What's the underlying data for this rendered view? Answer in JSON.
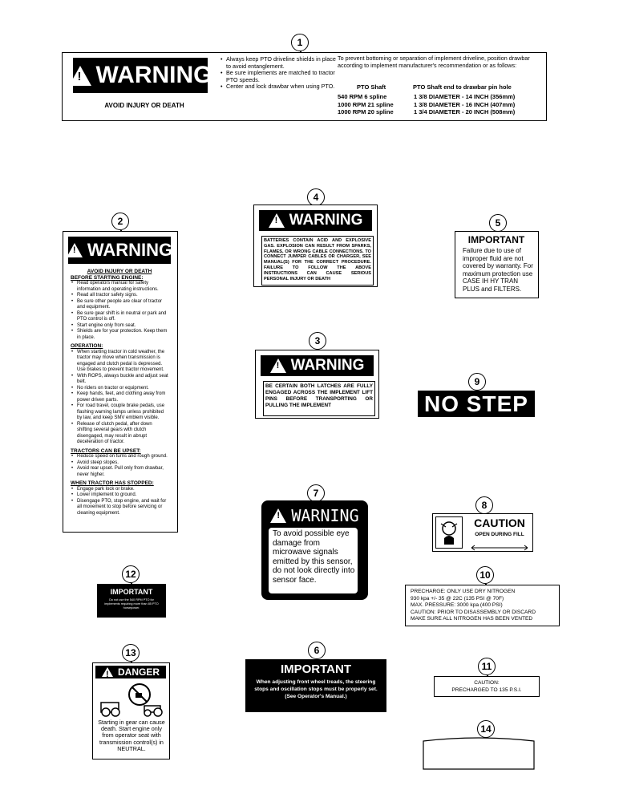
{
  "callouts": {
    "c1": "1",
    "c2": "2",
    "c3": "3",
    "c4": "4",
    "c5": "5",
    "c6": "6",
    "c7": "7",
    "c8": "8",
    "c9": "9",
    "c10": "10",
    "c11": "11",
    "c12": "12",
    "c13": "13",
    "c14": "14"
  },
  "decal1": {
    "header": "WARNING",
    "sub": "AVOID INJURY OR DEATH",
    "bullets": [
      "Always keep PTO driveline shields in place to avoid entanglement.",
      "Be sure implements are matched to tractor PTO speeds.",
      "Center and lock drawbar when using PTO."
    ],
    "intro": "To prevent bottoming or separation of implement driveline, position drawbar according to implement manufacturer's recommendation or as follows:",
    "col1": "PTO Shaft",
    "col2": "PTO Shaft end to drawbar pin hole",
    "rows": [
      {
        "shaft": "540  RPM   6  spline",
        "dist": "1 3/8 DIAMETER - 14 INCH   (356mm)"
      },
      {
        "shaft": "1000  RPM  21  spline",
        "dist": "1 3/8 DIAMETER - 16 INCH   (407mm)"
      },
      {
        "shaft": "1000  RPM  20  spline",
        "dist": "1 3/4 DIAMETER - 20 INCH   (508mm)"
      }
    ]
  },
  "decal2": {
    "header": "WARNING",
    "title": "AVOID INJURY OR DEATH",
    "s1": "BEFORE STARTING ENGINE:",
    "s1items": [
      "Read operators manual for safety information and operating instructions.",
      "Read all tractor safety signs.",
      "Be sure other people are clear of tractor and equipment.",
      "Be sure gear shift is in neutral or park and PTO control is off.",
      "Start engine only from seat.",
      "Shields are for your protection. Keep them in place."
    ],
    "s2": "OPERATION:",
    "s2items": [
      "When starting tractor in cold weather, the tractor may move when transmission is engaged and clutch pedal is depressed. Use brakes to prevent tractor movement.",
      "With ROPS, always buckle and adjust seat belt.",
      "No riders on tractor or equipment.",
      "Keep hands, feet, and clothing away from power driven parts.",
      "For road travel, couple brake pedals, use flashing warning lamps unless prohibited by law, and keep SMV emblem visible.",
      "Release of clutch pedal, after down shifting several gears with clutch disengaged, may result in abrupt deceleration of tractor."
    ],
    "s3": "TRACTORS CAN BE UPSET:",
    "s3items": [
      "Reduce speed on turns and rough ground.",
      "Avoid steep slopes.",
      "Avoid rear upset. Pull only from drawbar, never higher."
    ],
    "s4": "WHEN TRACTOR HAS STOPPED:",
    "s4items": [
      "Engage park lock or brake.",
      "Lower implement to ground.",
      "Disengage PTO, stop engine, and wait for all movement to stop before servicing or cleaning equipment."
    ]
  },
  "decal3": {
    "header": "WARNING",
    "text": "BE CERTAIN BOTH LATCHES ARE FULLY ENGAGED ACROSS THE IMPLEMENT LIFT PINS BEFORE TRANSPORTING OR PULLING THE IMPLEMENT"
  },
  "decal4": {
    "header": "WARNING",
    "text": "BATTERIES CONTAIN ACID AND EXPLOSIVE GAS. EXPLOSION CAN RESULT FROM SPARKS, FLAMES, OR WRONG CABLE CONNECTIONS. TO CONNECT JUMPER CABLES OR CHARGER, SEE MANUAL(S) FOR THE CORRECT PROCEDURE. FAILURE TO FOLLOW THE ABOVE INSTRUCTIONS CAN CAUSE SERIOUS PERSONAL INJURY OR DEATH"
  },
  "decal5": {
    "header": "IMPORTANT",
    "text": "Failure due to use of improper fluid are not covered by warranty. For maximum protection use CASE IH HY TRAN PLUS and FILTERS."
  },
  "decal6": {
    "header": "IMPORTANT",
    "text": "When adjusting front wheel treads, the steering stops and oscillation stops must be properly set. (See Operator's Manual.)"
  },
  "decal7": {
    "header": "WARNING",
    "text": "To avoid possible eye damage from microwave signals emitted by this sensor, do not look directly into sensor face."
  },
  "decal8": {
    "header": "CAUTION",
    "sub": "OPEN DURING FILL"
  },
  "decal9": {
    "text": "NO STEP"
  },
  "decal10": {
    "lines": [
      "PRECHARGE: ONLY USE DRY NITROGEN",
      "930 kpa +/- 35 @ 22C (135 PSI @ 70F)",
      "MAX. PRESSURE: 3000 kpa (400 PSI)",
      "CAUTION: PRIOR TO DISASSEMBLY OR DISCARD",
      "MAKE SURE ALL NITROGEN HAS BEEN VENTED"
    ]
  },
  "decal11": {
    "line1": "CAUTION:",
    "line2": "PRECHARGED TO 135 P.S.I."
  },
  "decal12": {
    "header": "IMPORTANT",
    "text": "Do not use the 540 RPM PTO for implements requiring more than 85 PTO horsepower."
  },
  "decal13": {
    "header": "DANGER",
    "text": "Starting in gear can cause death. Start engine only from operator seat with transmission control(s) in NEUTRAL."
  }
}
